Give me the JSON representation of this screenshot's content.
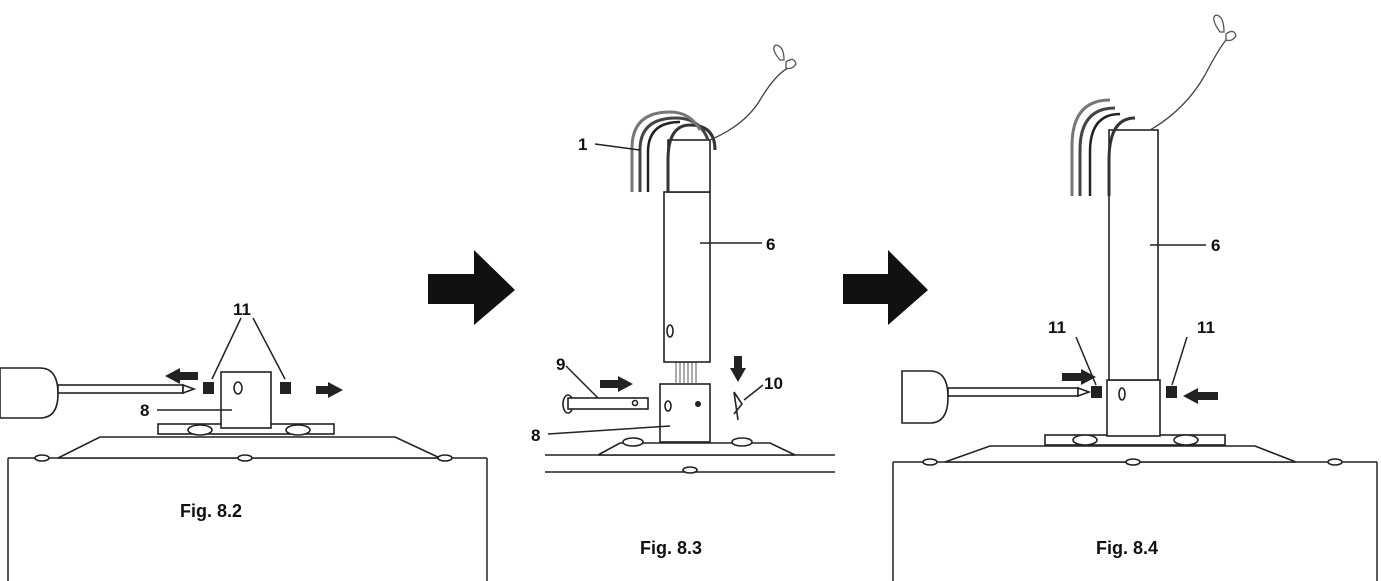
{
  "figures": [
    {
      "caption": "Fig. 8.2",
      "labels": {
        "screws": "11",
        "base": "8"
      }
    },
    {
      "caption": "Fig. 8.3",
      "labels": {
        "cable": "1",
        "pole": "6",
        "pin": "9",
        "clip": "10",
        "base": "8"
      }
    },
    {
      "caption": "Fig. 8.4",
      "labels": {
        "pole": "6",
        "screw_left": "11",
        "screw_right": "11"
      }
    }
  ],
  "icons": [
    "right-arrow-icon",
    "right-arrow-icon"
  ]
}
